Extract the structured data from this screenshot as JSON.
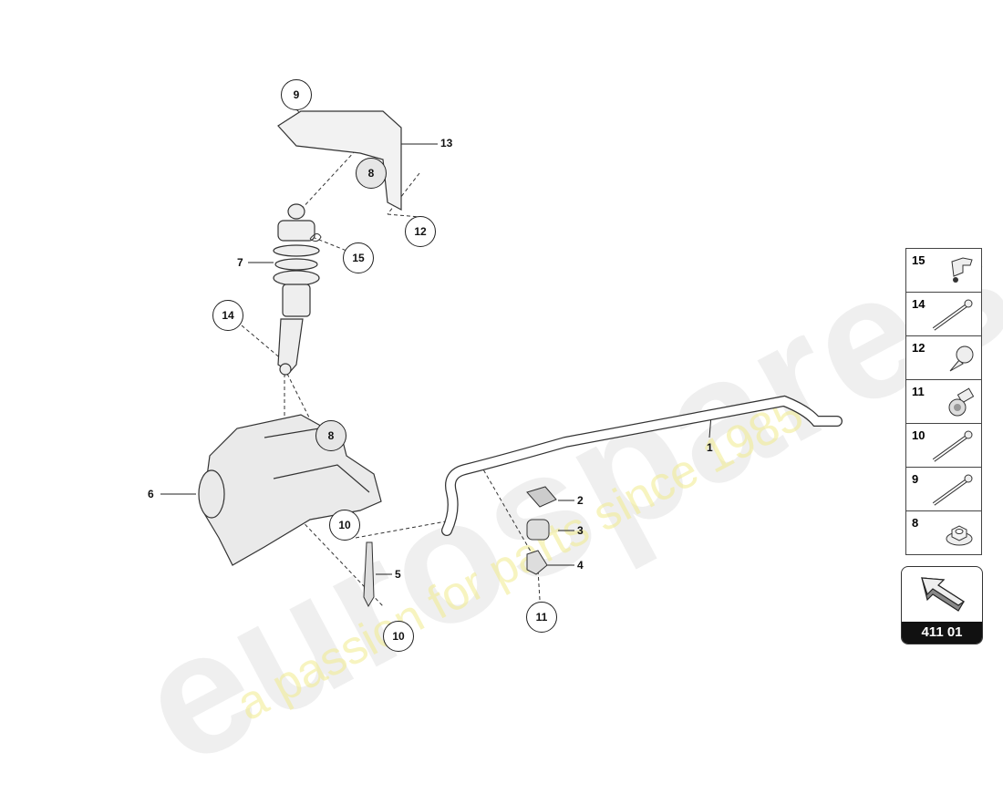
{
  "watermark": {
    "brand": "eurospares",
    "slogan": "a passion for parts since 1985"
  },
  "callouts": {
    "c9": "9",
    "c8a": "8",
    "c12": "12",
    "c15": "15",
    "c14": "14",
    "c8b": "8",
    "c10a": "10",
    "c10b": "10",
    "c11": "11"
  },
  "labels": {
    "l13": "13",
    "l7": "7",
    "l6": "6",
    "l1": "1",
    "l2": "2",
    "l3": "3",
    "l4": "4",
    "l5": "5"
  },
  "legend": {
    "items": [
      {
        "num": "15",
        "icon": "clip-icon"
      },
      {
        "num": "14",
        "icon": "bolt-icon"
      },
      {
        "num": "12",
        "icon": "expansion-rivet-icon"
      },
      {
        "num": "11",
        "icon": "bushing-bolt-icon"
      },
      {
        "num": "10",
        "icon": "bolt-icon"
      },
      {
        "num": "9",
        "icon": "bolt-icon"
      },
      {
        "num": "8",
        "icon": "flange-nut-icon"
      }
    ]
  },
  "badge": {
    "code": "411 01",
    "icon": "direction-arrow-icon"
  }
}
